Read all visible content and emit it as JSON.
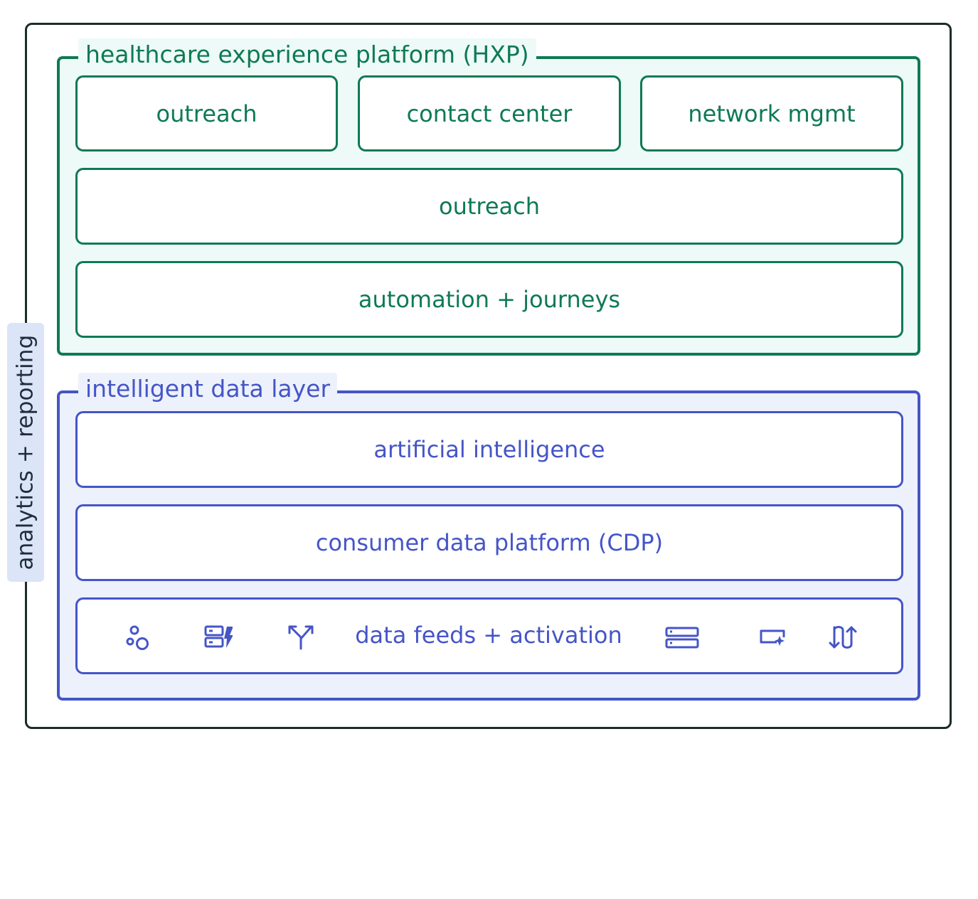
{
  "side_label": "analytics + reporting",
  "hxp": {
    "title": "healthcare experience platform (HXP)",
    "row1": [
      "outreach",
      "contact center",
      "network mgmt"
    ],
    "row2": "outreach",
    "row3": "automation + journeys"
  },
  "idl": {
    "title": "intelligent data layer",
    "ai": "artificial intelligence",
    "cdp": "consumer data platform (CDP)",
    "feeds": "data feeds + activation",
    "icons": [
      "circles-icon",
      "database-bolt-icon",
      "split-arrows-icon",
      "storage-stack-icon",
      "card-sparkle-icon",
      "sync-arrows-icon"
    ]
  },
  "colors": {
    "green": "#0e7a53",
    "blue": "#4555c7",
    "outer_border": "#1a2d2a",
    "side_label_bg": "#dbe5f7"
  }
}
